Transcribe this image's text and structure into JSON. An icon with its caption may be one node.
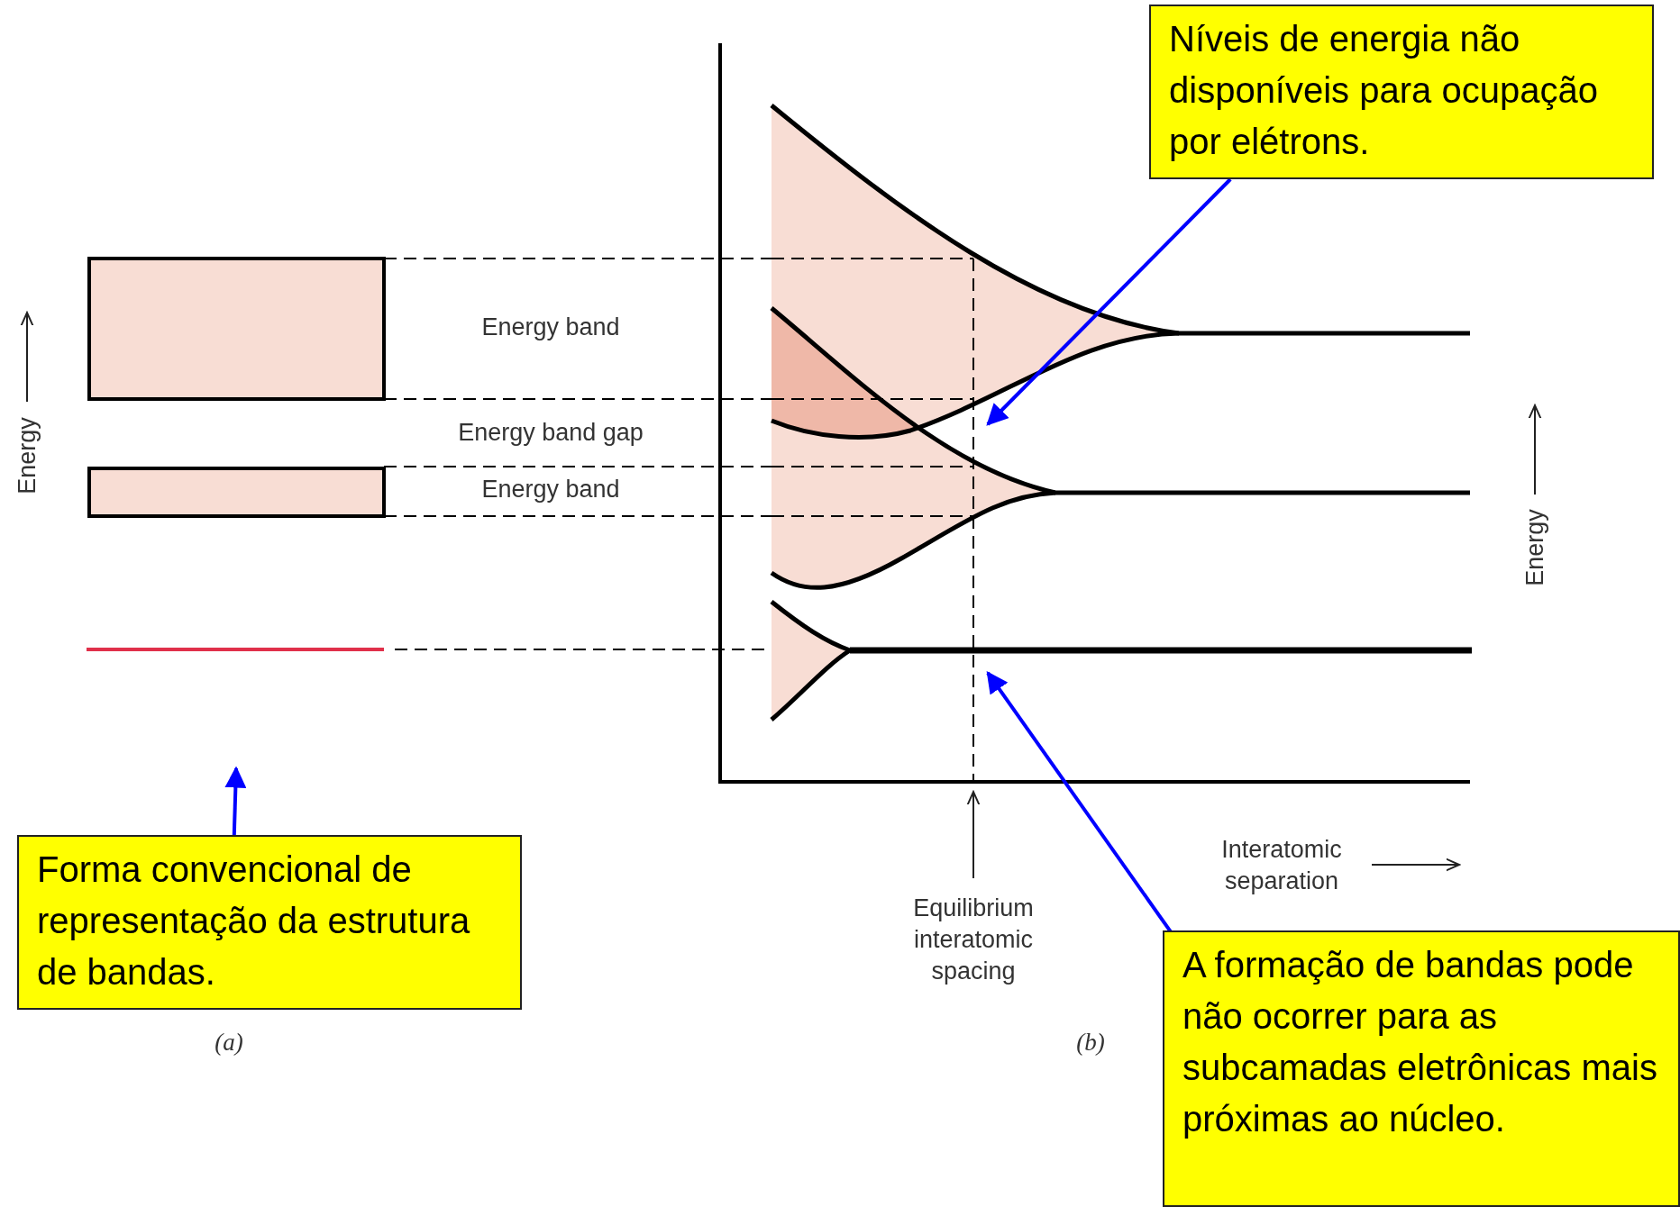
{
  "diagram": {
    "nodes": [
      {
        "text": [
          "Níveis de energia não disponíveis para ocupação por elétrons."
        ]
      },
      {
        "text": [
          "Forma convencional de representação da estrutura de bandas."
        ]
      },
      {
        "text": [
          "A formação de bandas pode não ocorrer para as subcamadas eletrônicas mais próximas ao núcleo."
        ]
      }
    ],
    "edges": [
      {
        "from": 0,
        "to": null,
        "arrow": "to"
      },
      {
        "from": 1,
        "to": null,
        "arrow": "to"
      },
      {
        "from": 2,
        "to": null,
        "arrow": "to"
      }
    ],
    "labels": [
      "Energy",
      "Energy band",
      "Energy band gap",
      "Energy band",
      "Energy",
      "Interatomic separation",
      "Equilibrium interatomic spacing",
      "(a)",
      "(b)"
    ]
  }
}
